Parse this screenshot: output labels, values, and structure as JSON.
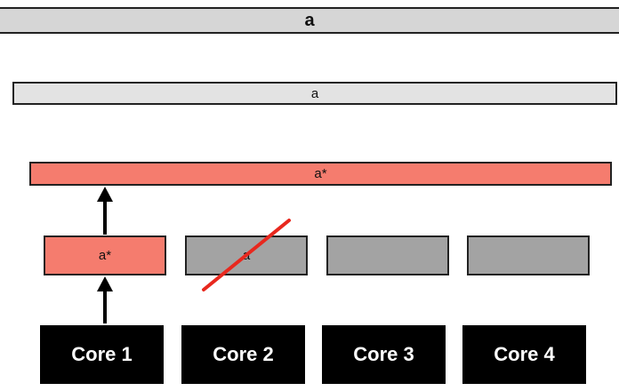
{
  "memory": {
    "label": "a"
  },
  "shared_cache": {
    "label": "a"
  },
  "l2": {
    "label": "a*"
  },
  "private_caches": [
    {
      "label": "a*",
      "state": "modified"
    },
    {
      "label": "a",
      "state": "invalidated"
    },
    {
      "label": "",
      "state": "empty"
    },
    {
      "label": "",
      "state": "empty"
    }
  ],
  "cores": [
    {
      "label": "Core 1"
    },
    {
      "label": "Core 2"
    },
    {
      "label": "Core 3"
    },
    {
      "label": "Core 4"
    }
  ],
  "colors": {
    "modified": "#f57c6e",
    "shared": "#e3e3e3",
    "memory": "#d6d6d6",
    "empty": "#a3a3a3",
    "invalidation_strike": "#e8281e",
    "core": "#000000"
  }
}
